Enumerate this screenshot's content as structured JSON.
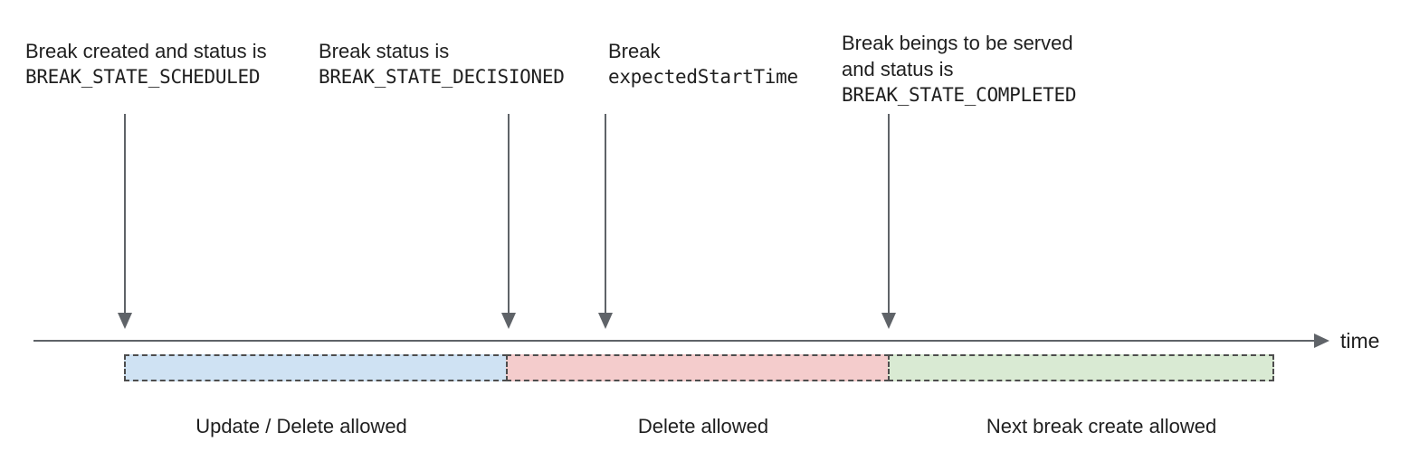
{
  "diagram_title": "break-lifecycle-timeline",
  "colors": {
    "line_gray": "#5f6368",
    "dash_border": "#4d4d4d",
    "text": "#1f1f1f",
    "segment_update_delete_fill": "#cfe2f3",
    "segment_delete_fill": "#f4cccc",
    "segment_next_break_fill": "#d9ead3"
  },
  "annotations": [
    {
      "line1": "Break created and status is",
      "code": "BREAK_STATE_SCHEDULED"
    },
    {
      "line1": "Break status is",
      "code": "BREAK_STATE_DECISIONED"
    },
    {
      "line1": "Break",
      "code": "expectedStartTime"
    },
    {
      "line1": "Break beings to be served",
      "line2": "and status is",
      "code": "BREAK_STATE_COMPLETED"
    }
  ],
  "timeline": {
    "axis_label": "time"
  },
  "segments": [
    {
      "label": "Update / Delete allowed",
      "fill": "#cfe2f3"
    },
    {
      "label": "Delete allowed",
      "fill": "#f4cccc"
    },
    {
      "label": "Next break create allowed",
      "fill": "#d9ead3"
    }
  ]
}
